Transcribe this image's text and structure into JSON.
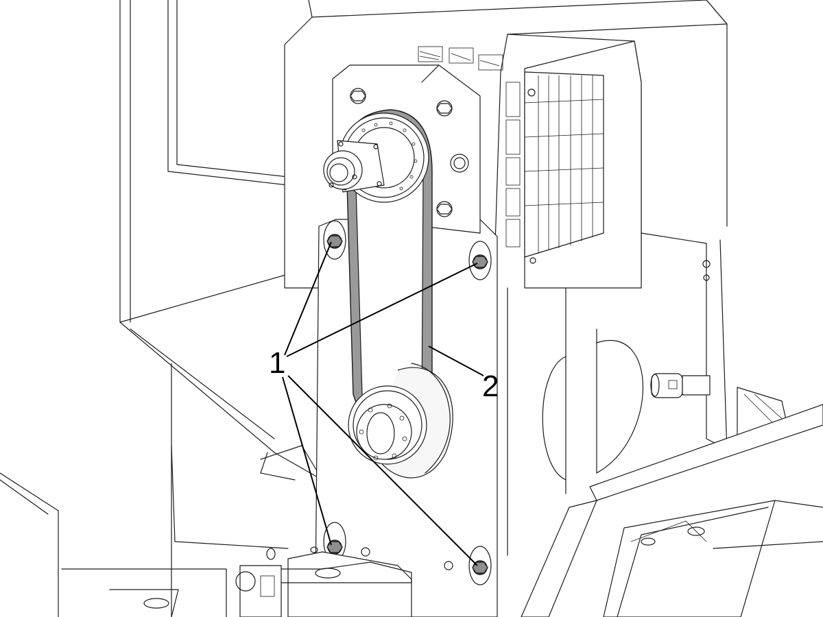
{
  "callouts": [
    {
      "id": "1",
      "label": "1"
    },
    {
      "id": "2",
      "label": "2"
    }
  ],
  "colors": {
    "line": "#1a1a1a",
    "belt": "#9a9a9a",
    "bolt": "#8f8f8f",
    "background": "#ffffff"
  },
  "icons": [
    "bolt-icon",
    "pulley-icon",
    "belt-icon",
    "grille-icon"
  ]
}
